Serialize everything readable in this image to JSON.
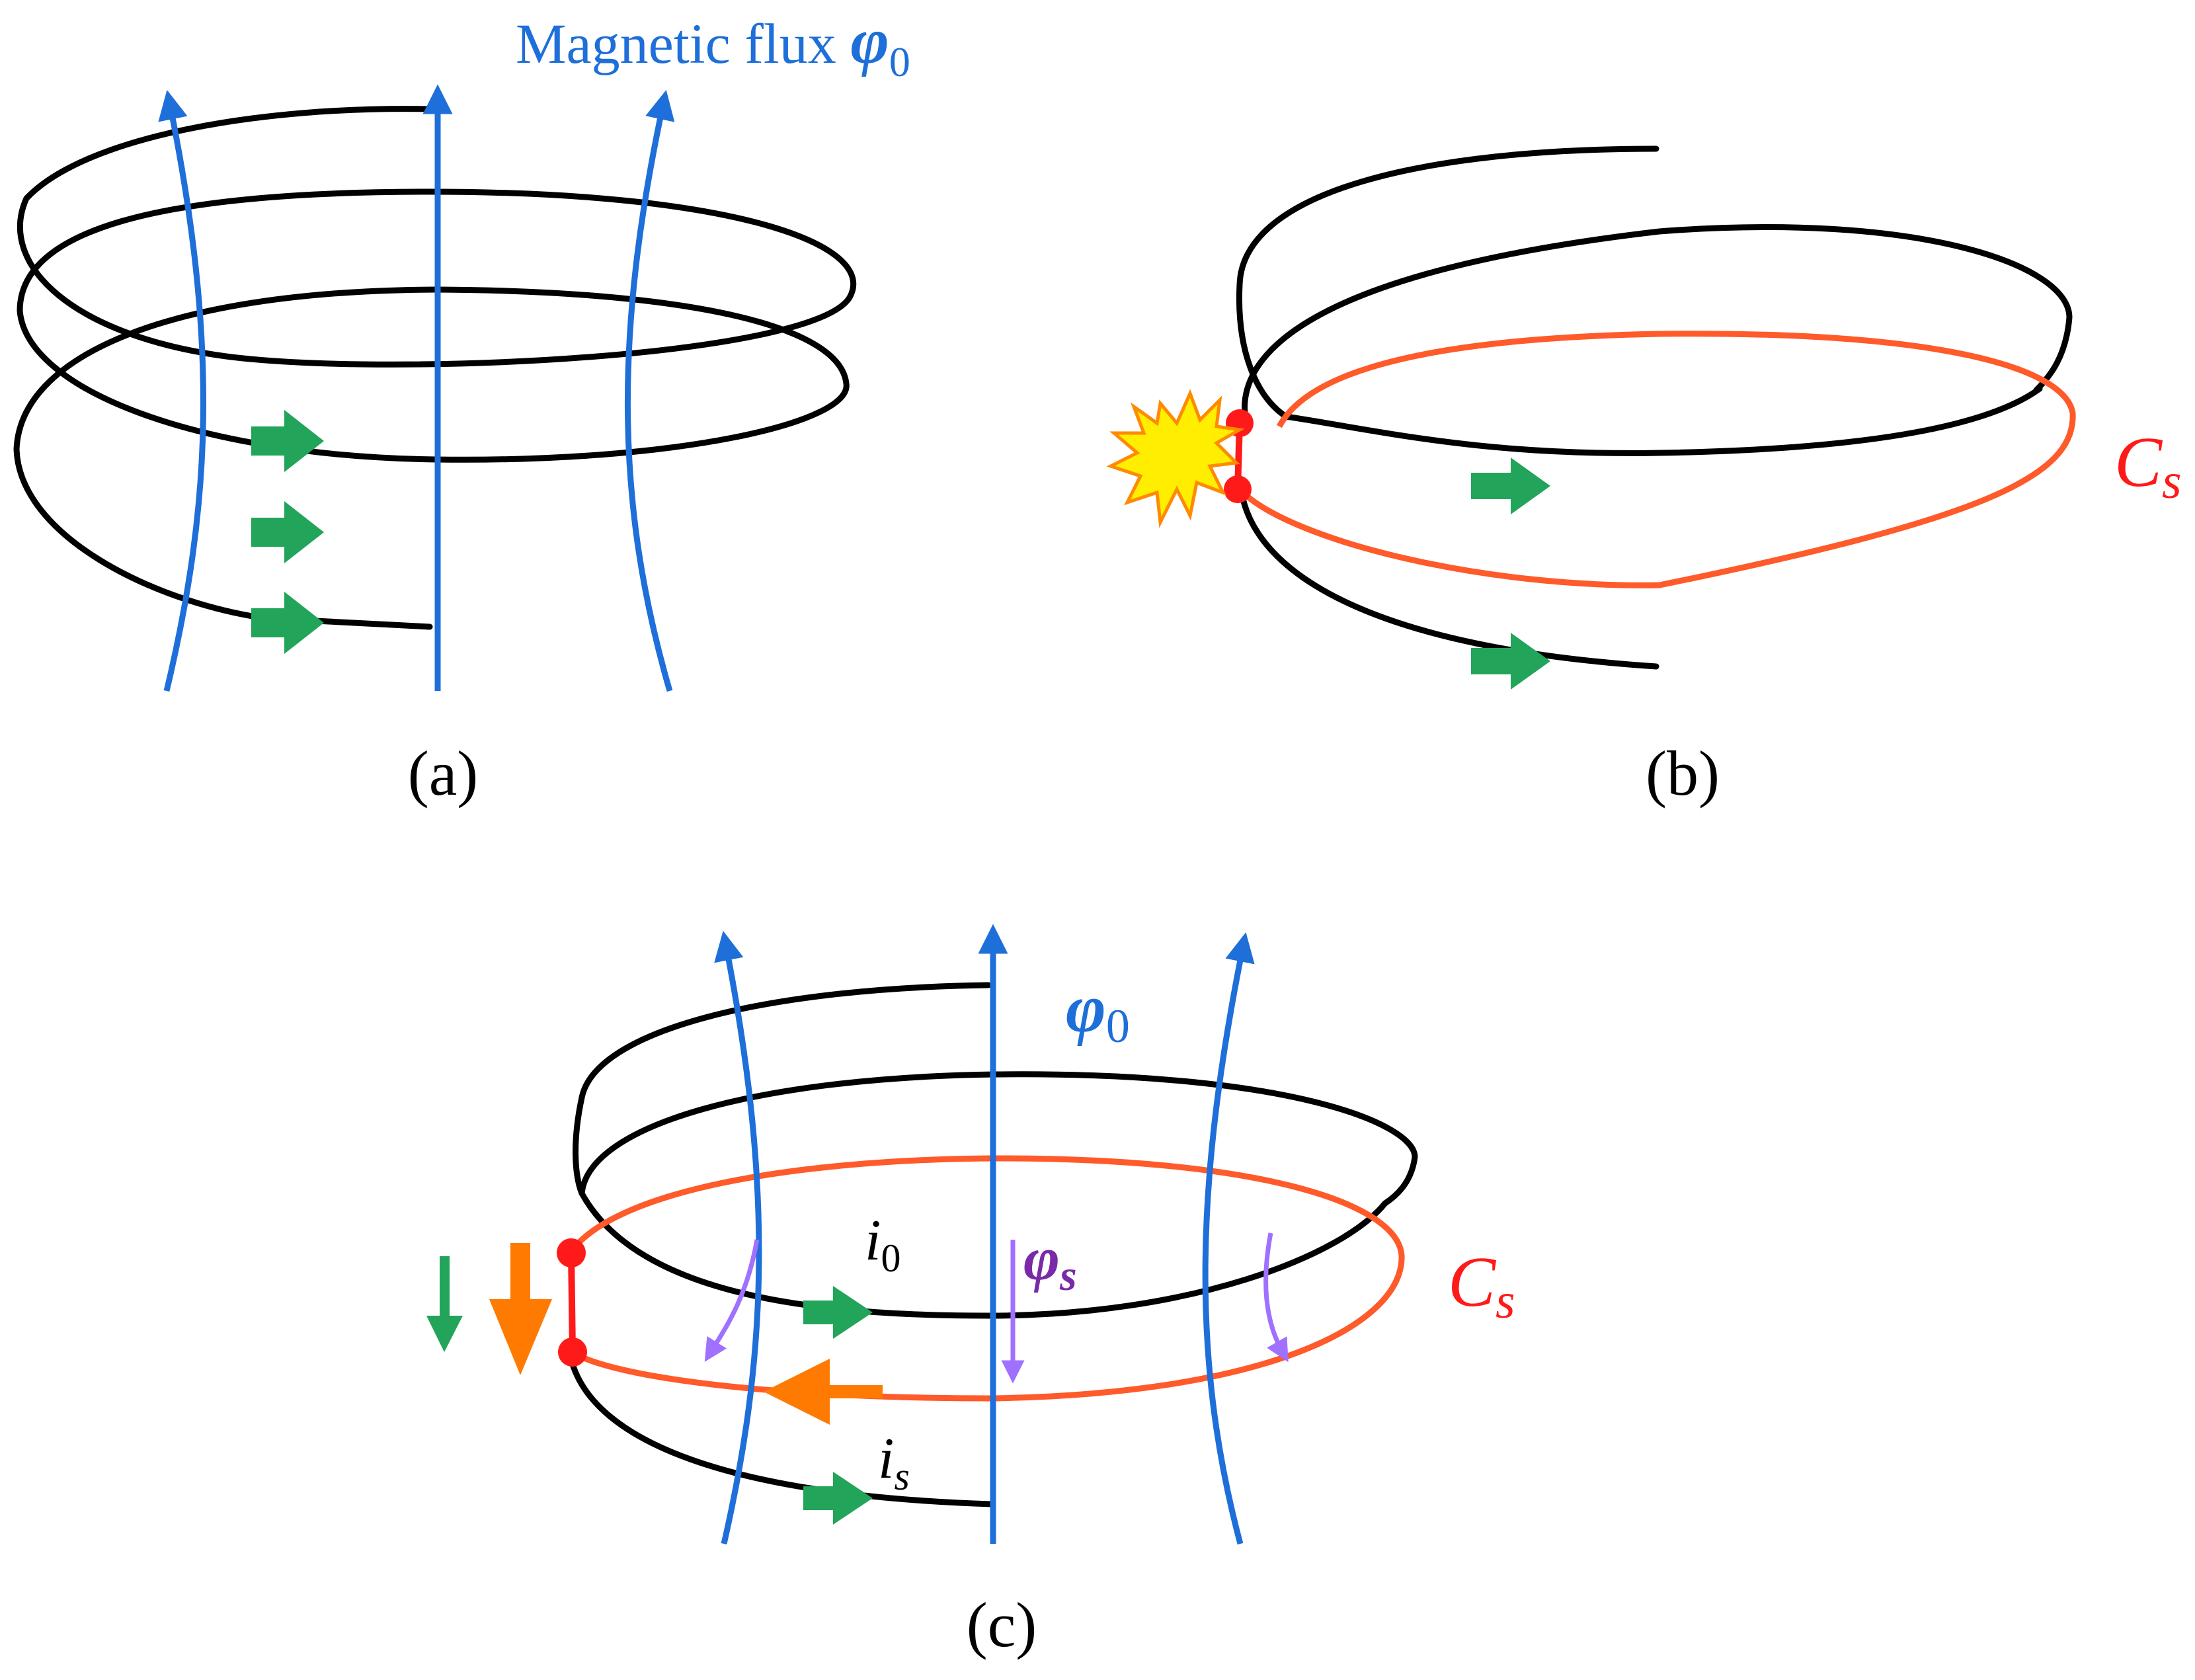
{
  "colors": {
    "wire": "#000000",
    "flux": "#1e6fd9",
    "current_arrow": "#22a45a",
    "shorted_turn": "#ff5a2a",
    "short_link": "#ff1a1a",
    "spark_fill": "#ffee00",
    "spark_stroke": "#ff8a00",
    "induced_flux": "#a070ff",
    "induced_current": "#ff7a00",
    "induced_flux_label": "#7a2aa8"
  },
  "icons": {
    "spark": "spark-burst-icon",
    "flux_arrow": "up-arrow-icon",
    "current_arrow": "right-triangle-arrow-icon"
  },
  "panel_a": {
    "flux_label_text": "Magnetic flux ",
    "flux_symbol": "φ",
    "flux_subscript": "0",
    "caption": "(a)"
  },
  "panel_b": {
    "cs_symbol": "C",
    "cs_subscript": "s",
    "caption": "(b)"
  },
  "panel_c": {
    "flux_symbol": "φ",
    "flux_subscript": "0",
    "cs_symbol": "C",
    "cs_subscript": "s",
    "i0_symbol": "i",
    "i0_subscript": "0",
    "is_symbol": "i",
    "is_subscript": "s",
    "phis_symbol": "φ",
    "phis_subscript": "s",
    "caption": "(c)"
  }
}
